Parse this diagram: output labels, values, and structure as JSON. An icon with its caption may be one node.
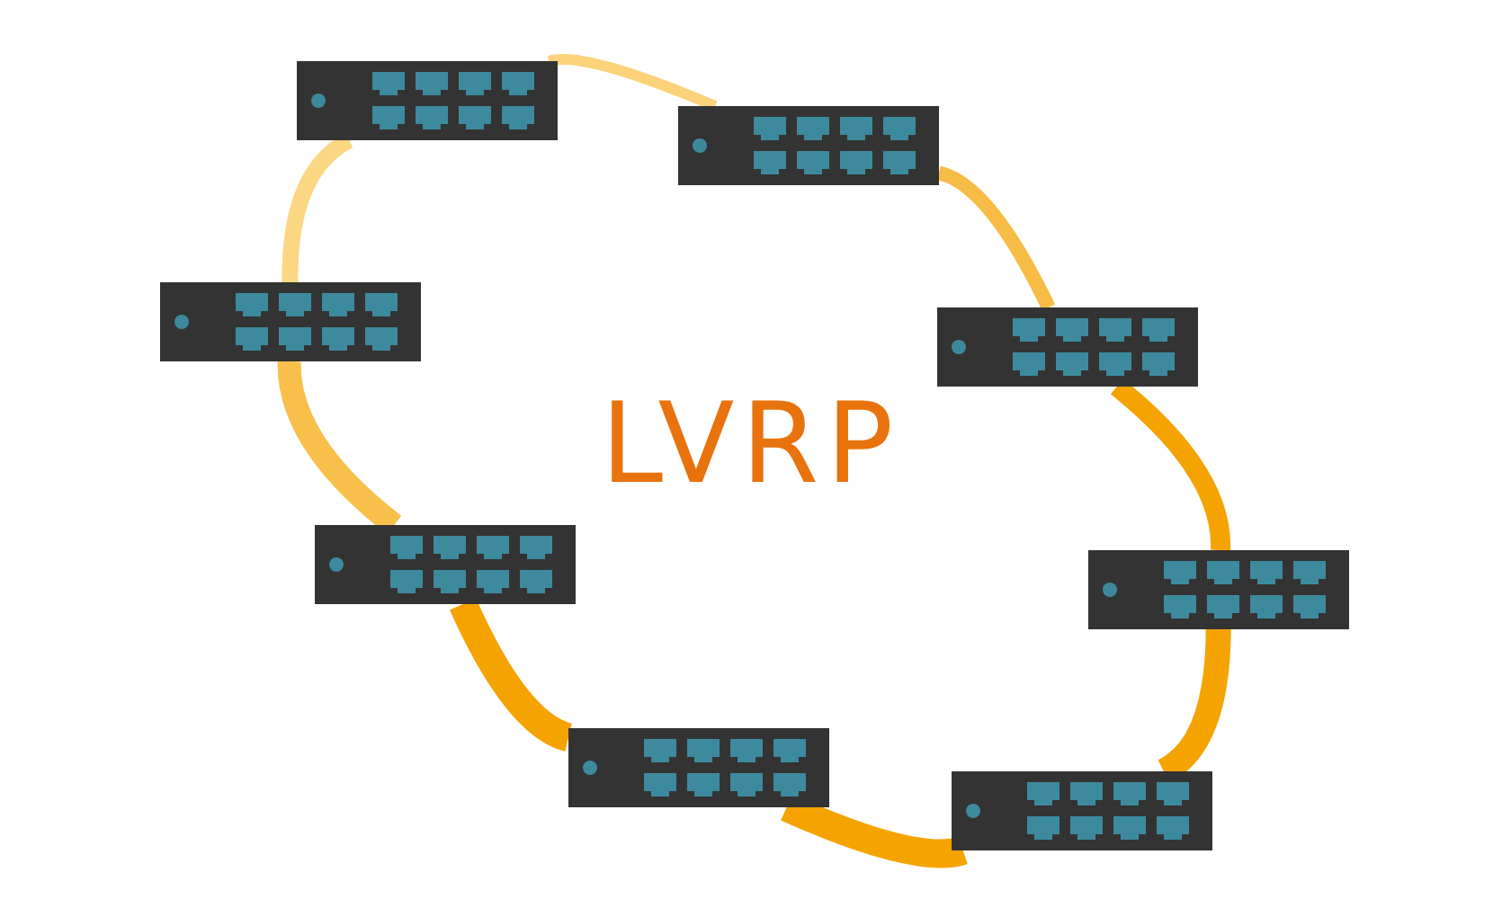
{
  "diagram": {
    "nodes": [
      {
        "text": [],
        "shape": "picture"
      },
      {
        "text": [],
        "shape": "picture"
      },
      {
        "text": [],
        "shape": "picture"
      },
      {
        "text": [],
        "shape": "picture"
      },
      {
        "text": [],
        "shape": "picture"
      },
      {
        "text": [],
        "shape": "picture"
      },
      {
        "text": [],
        "shape": "picture"
      },
      {
        "text": [],
        "shape": "picture"
      }
    ],
    "edges": [
      {
        "from": 0,
        "to": 1,
        "arrow": "none",
        "color": "#fbd27a"
      },
      {
        "from": 1,
        "to": 3,
        "arrow": "none",
        "color": "#f7bc45"
      },
      {
        "from": 3,
        "to": 5,
        "arrow": "none"
      },
      {
        "from": 5,
        "to": 7,
        "arrow": "none"
      },
      {
        "from": 7,
        "to": 6,
        "arrow": "none"
      },
      {
        "from": 6,
        "to": 4,
        "arrow": "none"
      },
      {
        "from": 4,
        "to": 2,
        "arrow": "none",
        "color": "#f8c04a"
      },
      {
        "from": 2,
        "to": 0,
        "arrow": "none",
        "color": "#fbd683"
      }
    ],
    "labels": [
      "LVRP"
    ]
  }
}
